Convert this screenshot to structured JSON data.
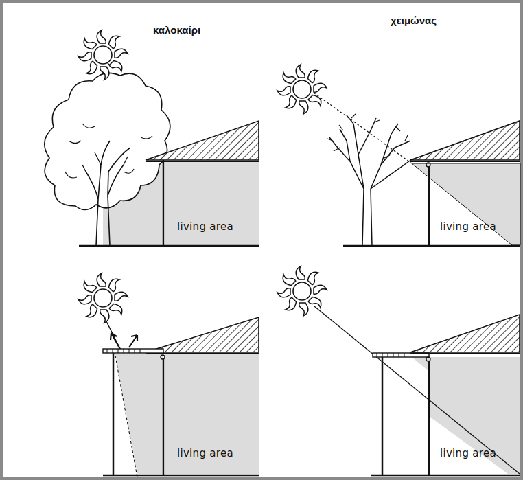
{
  "diagram": {
    "labels": [
      "καλοκαίρι",
      "χειμώνας",
      "living area",
      "living area",
      "living area",
      "living area"
    ]
  }
}
